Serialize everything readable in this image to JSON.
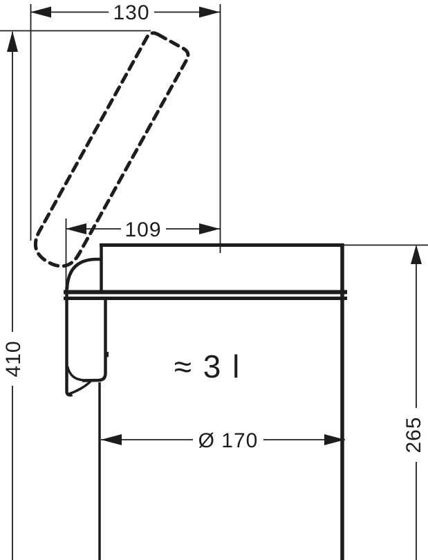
{
  "colors": {
    "line": "#1d1d1b",
    "background": "#ffffff"
  },
  "labels": {
    "dim_130": "130",
    "dim_109": "109",
    "dim_410": "410",
    "dim_265": "265",
    "dim_diameter": "Ø 170",
    "capacity": "≈ 3 l"
  }
}
